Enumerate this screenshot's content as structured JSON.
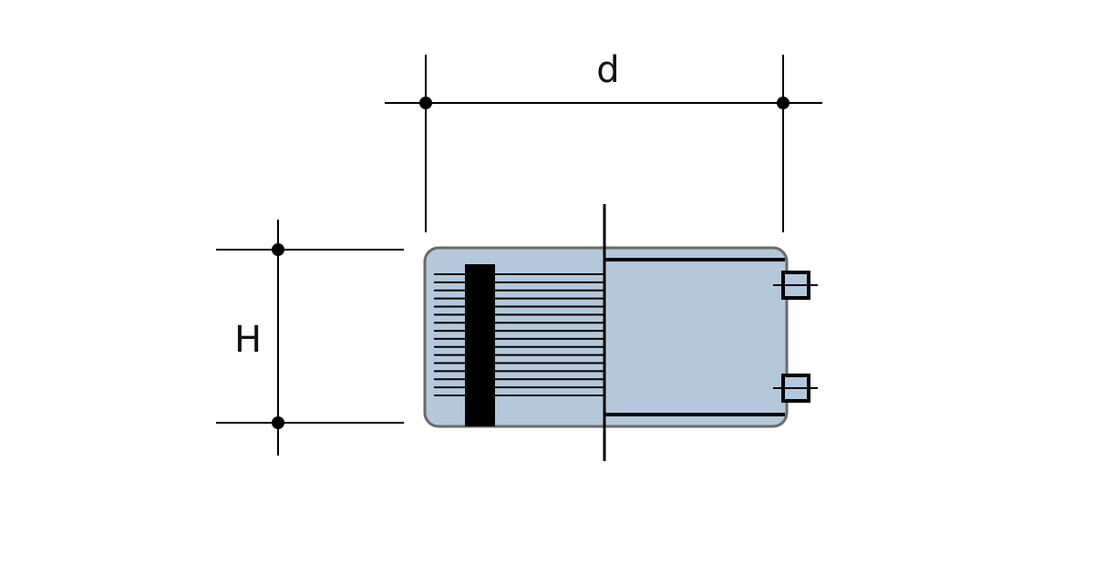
{
  "labels": {
    "width_dimension": "d",
    "height_dimension": "H"
  },
  "colors": {
    "body_fill": "#b4c8dc",
    "body_outline": "#6a6a6a",
    "line": "#000000"
  },
  "component": {
    "winding_line_count": 16,
    "terminal_count": 2
  }
}
